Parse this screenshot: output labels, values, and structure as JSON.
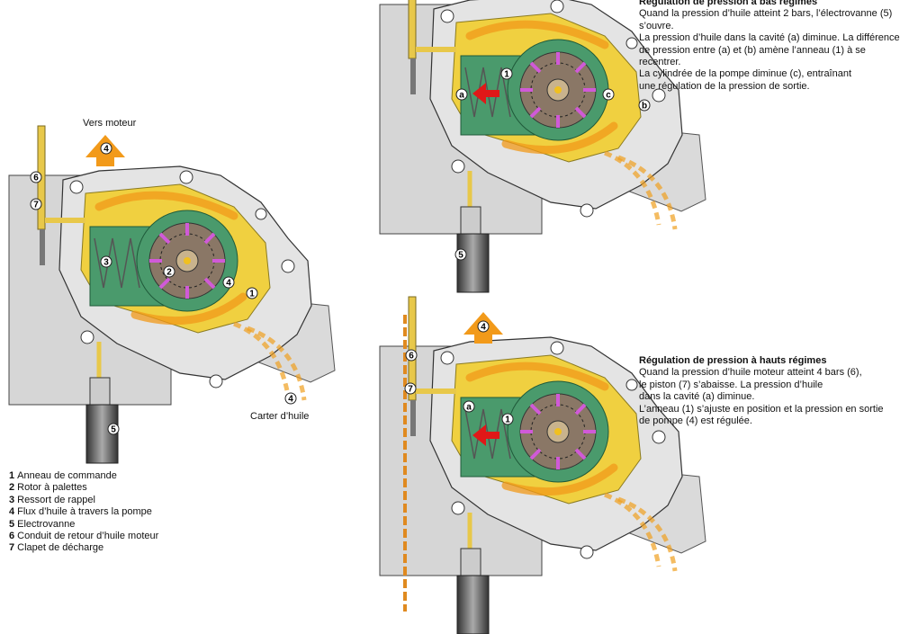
{
  "labels": {
    "top_arrow": "Vers moteur",
    "bottom": "Carter d’huile"
  },
  "legend": [
    {
      "n": "1",
      "text": "Anneau de commande"
    },
    {
      "n": "2",
      "text": "Rotor à palettes"
    },
    {
      "n": "3",
      "text": "Ressort de rappel"
    },
    {
      "n": "4",
      "text": "Flux d’huile à travers la pompe"
    },
    {
      "n": "5",
      "text": "Electrovanne"
    },
    {
      "n": "6",
      "text": "Conduit de retour d’huile moteur"
    },
    {
      "n": "7",
      "text": "Clapet de décharge"
    }
  ],
  "notes": {
    "low": {
      "title": "Régulation de pression à bas régimes",
      "lines": [
        "Quand la pression d’huile atteint 2 bars, l’électrovanne (5)",
        "s’ouvre.",
        "La pression d’huile dans la cavité (a) diminue. La différence",
        "de pression entre (a) et (b) amène l’anneau (1) à se recentrer.",
        "La cylindrée de la pompe diminue (c), entraînant",
        "une régulation de la pression de sortie."
      ]
    },
    "high": {
      "title": "Régulation de pression à hauts régimes",
      "lines": [
        "Quand la pression d’huile moteur atteint 4 bars (6),",
        "le piston (7) s’abaisse. La pression d’huile",
        "dans la cavité (a) diminue.",
        "L’anneau (1) s’ajuste en position et la pression en sortie",
        "de pompe (4) est régulée."
      ]
    }
  },
  "callouts": {
    "main": [
      "6",
      "7",
      "3",
      "2",
      "4",
      "1",
      "5",
      "4",
      "4"
    ],
    "low": [
      "1",
      "a",
      "c",
      "b",
      "5"
    ],
    "high": [
      "4",
      "6",
      "7",
      "a",
      "1"
    ]
  }
}
